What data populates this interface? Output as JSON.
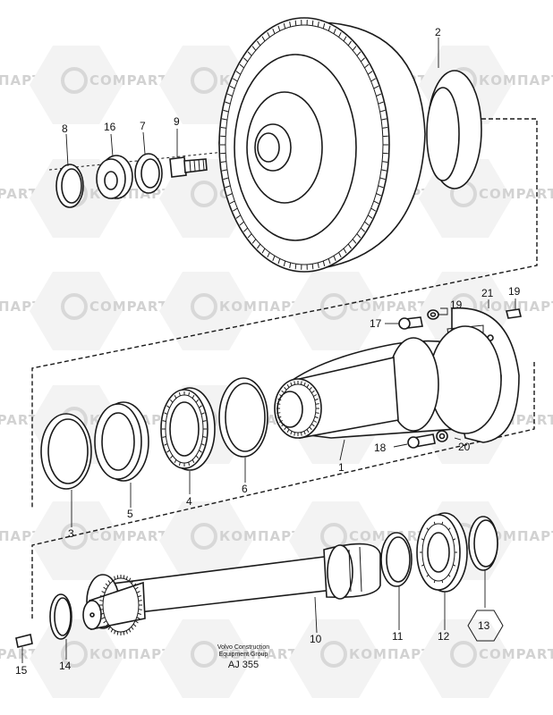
{
  "watermark": {
    "latin": "COMPART",
    "cyrillic": "КОМПАРТ"
  },
  "caption": {
    "line1": "Volvo Construction",
    "line2": "Equipment Group",
    "code": "AJ 355"
  },
  "callouts": [
    "1",
    "2",
    "3",
    "4",
    "5",
    "6",
    "7",
    "8",
    "9",
    "10",
    "11",
    "12",
    "13",
    "14",
    "15",
    "16",
    "17",
    "18",
    "19",
    "19",
    "20",
    "21"
  ],
  "colors": {
    "line": "#1a1a1a",
    "watermark": "#d2d2d2",
    "background": "#ffffff"
  }
}
